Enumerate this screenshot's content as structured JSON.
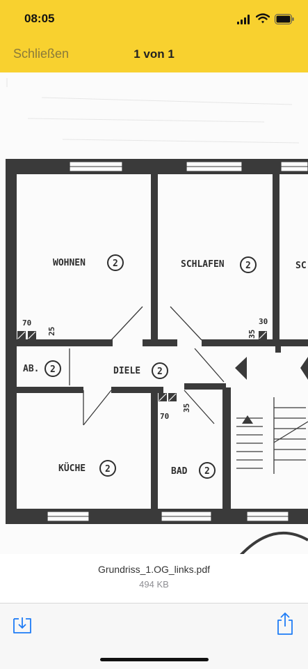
{
  "status_bar": {
    "time": "08:05"
  },
  "nav": {
    "close_label": "Schließen",
    "title": "1 von 1"
  },
  "floorplan": {
    "rooms": {
      "wohnen": "WOHNEN",
      "schlafen": "SCHLAFEN",
      "sc": "SC",
      "ab": "AB.",
      "diele": "DIELE",
      "kueche": "KÜCHE",
      "bad": "BAD"
    },
    "room_number": "2",
    "dims": {
      "d70a": "70",
      "d25": "25",
      "d35a": "35",
      "d30": "30",
      "d70b": "70",
      "d35b": "35"
    }
  },
  "file": {
    "name": "Grundriss_1.OG_links.pdf",
    "size": "494 KB"
  },
  "toolbar": {
    "save_icon": "save-to-files-icon",
    "share_icon": "share-icon"
  },
  "colors": {
    "bar": "#F8D12F",
    "ios_blue": "#1E7CF6"
  }
}
